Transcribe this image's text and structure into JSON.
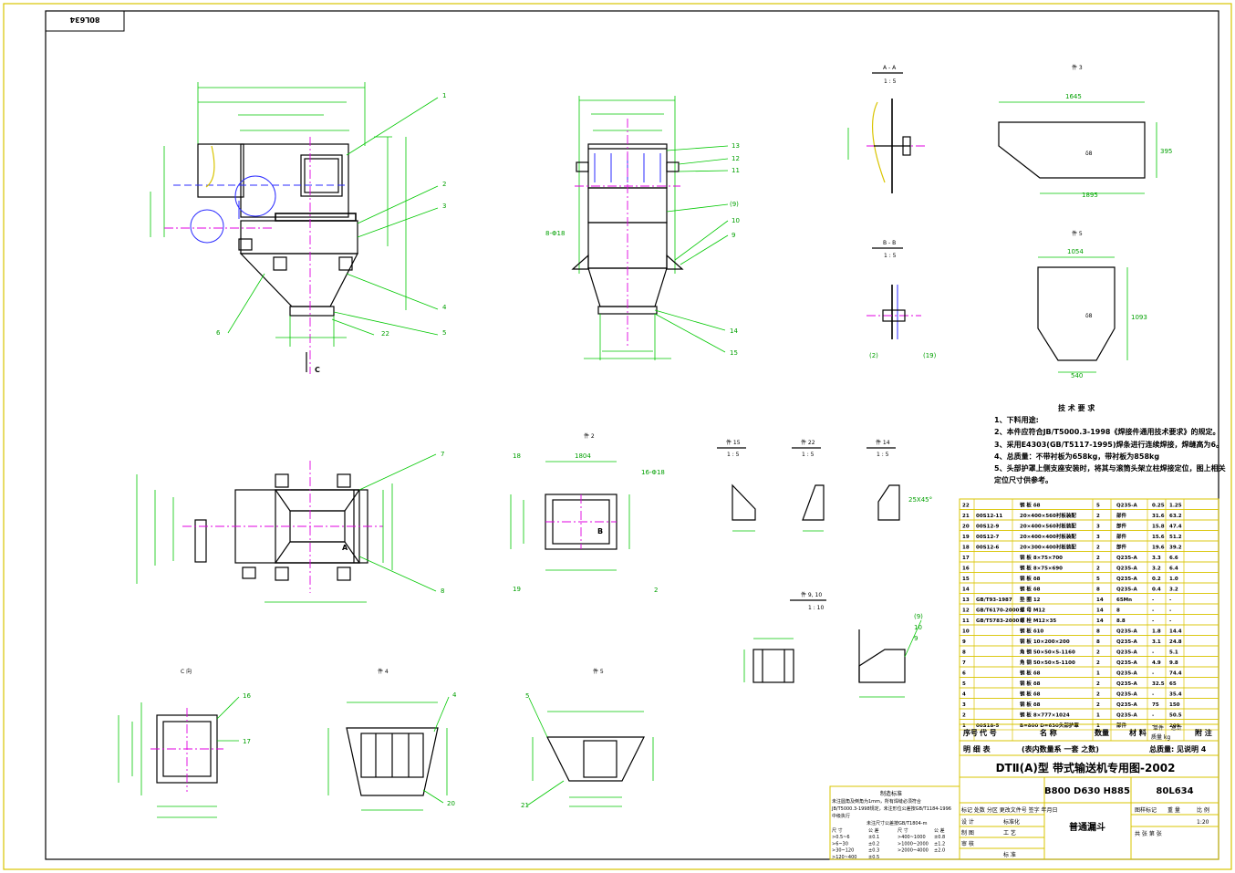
{
  "drawing_number": "80L634",
  "drawing_number_flipped": "80L634",
  "views": {
    "section_aa": {
      "title": "A - A",
      "scale": "1 : 5"
    },
    "section_bb": {
      "title": "B - B",
      "scale": "1 : 5"
    },
    "part3": {
      "title": "件 3",
      "dim_top": "1645",
      "dim_bottom": "1895",
      "dim_side": "395",
      "thk": "δ8"
    },
    "part5_top": {
      "title": "件 5",
      "dim_top": "1054",
      "dim_bottom": "540",
      "dim_side": "1093",
      "thk": "δ8"
    },
    "part2": {
      "title": "件 2",
      "dim": "1804",
      "holes": "16-Φ18"
    },
    "part15": {
      "title": "件 15",
      "scale": "1 : 5"
    },
    "part22": {
      "title": "件 22",
      "scale": "1 : 5"
    },
    "part14": {
      "title": "件 14",
      "scale": "1 : 5",
      "chamfer": "25X45°"
    },
    "part9_10": {
      "title": "件 9, 10",
      "scale": "1 : 10"
    },
    "view_c": {
      "title": "C 向"
    },
    "part4": {
      "title": "件 4"
    },
    "part5_bottom": {
      "title": "件 5"
    },
    "section_arrow": "C",
    "section_a": "A",
    "section_b": "B"
  },
  "callouts": [
    "1",
    "2",
    "3",
    "4",
    "5",
    "6",
    "7",
    "8",
    "9",
    "10",
    "11",
    "12",
    "13",
    "14",
    "15",
    "16",
    "17",
    "18",
    "19",
    "20",
    "21",
    "22",
    "(9)",
    "(2)"
  ],
  "tech_req": {
    "title": "技 术 要 求",
    "items": [
      "1、下料用途:",
      "2、本件应符合JB/T5000.3-1998《焊接件通用技术要求》的规定。",
      "3、采用E4303(GB/T5117-1995)焊条进行连续焊接，焊缝高为6。",
      "4、总质量：不带衬板为658kg，带衬板为858kg",
      "5、头部护罩上侧支座安装时，将其与滚筒头架立柱焊接定位，图上相关",
      "定位尺寸供参考。"
    ]
  },
  "bom": {
    "header": [
      "序号",
      "代 号",
      "名 称",
      "数量",
      "材 料",
      "单件",
      "总计",
      "附 注"
    ],
    "header_weight": "质量 kg",
    "rows": [
      [
        "22",
        "",
        "钢 板 δ8",
        "5",
        "Q235-A",
        "0.25",
        "1.25",
        ""
      ],
      [
        "21",
        "00S12-11",
        "20×400×560衬板装配",
        "2",
        "部件",
        "31.6",
        "63.2",
        ""
      ],
      [
        "20",
        "00S12-9",
        "20×400×560衬板装配",
        "3",
        "部件",
        "15.8",
        "47.4",
        ""
      ],
      [
        "19",
        "00S12-7",
        "20×400×400衬板装配",
        "3",
        "部件",
        "15.6",
        "51.2",
        ""
      ],
      [
        "18",
        "00S12-6",
        "20×300×400衬板装配",
        "2",
        "部件",
        "19.6",
        "39.2",
        ""
      ],
      [
        "17",
        "",
        "钢 板 8×75×700",
        "2",
        "Q235-A",
        "3.3",
        "6.6",
        ""
      ],
      [
        "16",
        "",
        "钢 板 8×75×690",
        "2",
        "Q235-A",
        "3.2",
        "6.4",
        ""
      ],
      [
        "15",
        "",
        "钢 板 δ8",
        "5",
        "Q235-A",
        "0.2",
        "1.0",
        ""
      ],
      [
        "14",
        "",
        "钢 板 δ8",
        "8",
        "Q235-A",
        "0.4",
        "3.2",
        ""
      ],
      [
        "13",
        "GB/T93-1987",
        "垫 圈 12",
        "14",
        "65Mn",
        "-",
        "-",
        ""
      ],
      [
        "12",
        "GB/T6170-2000",
        "螺 母 M12",
        "14",
        "8",
        "-",
        "-",
        ""
      ],
      [
        "11",
        "GB/T5783-2000",
        "螺 栓 M12×35",
        "14",
        "8.8",
        "-",
        "-",
        ""
      ],
      [
        "10",
        "",
        "钢 板 δ10",
        "8",
        "Q235-A",
        "1.8",
        "14.4",
        ""
      ],
      [
        "9",
        "",
        "钢 板 10×200×200",
        "8",
        "Q235-A",
        "3.1",
        "24.8",
        ""
      ],
      [
        "8",
        "",
        "角 钢 50×50×5-1160",
        "2",
        "Q235-A",
        "-",
        "5.1",
        ""
      ],
      [
        "7",
        "",
        "角 钢 50×50×5-1100",
        "2",
        "Q235-A",
        "4.9",
        "9.8",
        ""
      ],
      [
        "6",
        "",
        "钢 板 δ8",
        "1",
        "Q235-A",
        "-",
        "74.4",
        ""
      ],
      [
        "5",
        "",
        "钢 板 δ8",
        "2",
        "Q235-A",
        "32.5",
        "65",
        ""
      ],
      [
        "4",
        "",
        "钢 板 δ8",
        "2",
        "Q235-A",
        "-",
        "35.4",
        ""
      ],
      [
        "3",
        "",
        "钢 板 δ8",
        "2",
        "Q235-A",
        "75",
        "150",
        ""
      ],
      [
        "2",
        "",
        "钢 板 8×777×1024",
        "1",
        "Q235-A",
        "-",
        "50.5",
        ""
      ],
      [
        "1",
        "00S18-5",
        "B=800 D=630头部护罩",
        "1",
        "部件",
        "-",
        "209",
        ""
      ]
    ],
    "footer_left": "明 细 表",
    "footer_mid": "(表内数量系 一套 之数)",
    "footer_right": "总质量: 见说明 4"
  },
  "title_block": {
    "series": "DTⅡ(A)型 带式输送机专用图-2002",
    "spec": "B800 D630 H885",
    "number": "80L634",
    "name": "普通漏斗",
    "scale": "1:20",
    "labels": {
      "mark": "图样标记",
      "weight": "重 量",
      "ratio": "比 例",
      "sheets": "共 张  第 张",
      "rev": "标记 处数 分区 更改文件号 签字 年月日",
      "design": "设 计",
      "std": "标准化",
      "draw": "制 图",
      "process": "工 艺",
      "check": "审 核",
      "approve": "标 准"
    }
  },
  "notes_block": {
    "title": "制造标准",
    "lines": [
      "未注圆角及倒角为1mm，所有焊缝必须符合",
      "JB/T5000.3-1998规定，未注形位公差按GB/T1184-1996",
      "中级执行"
    ],
    "table_title": "未注尺寸公差按GB/T1804-m",
    "table": [
      [
        "尺 寸",
        "公 差",
        "尺 寸",
        "公 差"
      ],
      [
        ">0.5~6",
        "±0.1",
        ">400~1000",
        "±0.8"
      ],
      [
        ">6~30",
        "±0.2",
        ">1000~2000",
        "±1.2"
      ],
      [
        ">30~120",
        "±0.3",
        ">2000~4000",
        "±2.0"
      ],
      [
        ">120~400",
        "±0.5",
        "",
        ""
      ]
    ]
  }
}
